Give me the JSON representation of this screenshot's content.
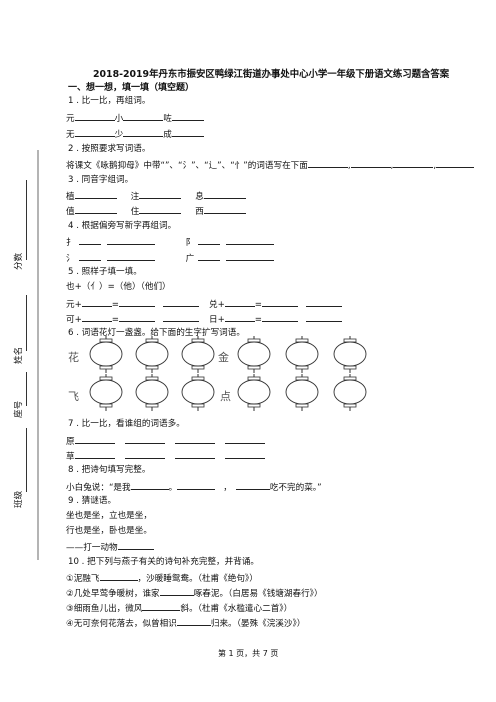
{
  "title": "2018-2019年丹东市振安区鸭绿江街道办事处中心小学一年级下册语文练习题含答案",
  "section1": "一、想一想，填一填（填空题）",
  "q1": {
    "head": "1 . 比一比，再组词。",
    "r1": [
      "元",
      "小",
      "咗"
    ],
    "r2": [
      "无",
      "少",
      "成"
    ]
  },
  "q2": {
    "head": "2 . 按照要求写词语。",
    "line": "将课文《咏鹅抑母》中带“”、“氵”、“辶”、“忄”的词语写在下面",
    "seps": [
      ",",
      ",",
      ","
    ]
  },
  "q3": {
    "head": "3 . 同音字组词。",
    "r1": [
      "植",
      "注",
      "息"
    ],
    "r2": [
      "值",
      "住",
      "西"
    ]
  },
  "q4": {
    "head": "4 . 根据偏旁写新字再组词。",
    "r1": [
      "扌",
      "阝"
    ],
    "r2": [
      "氵",
      "广"
    ]
  },
  "q5": {
    "head": "5 . 照样子填一填。",
    "example": "也+（亻）=（他）（他们）",
    "r1": [
      "元+",
      "=",
      "兑+",
      "="
    ],
    "r2": [
      "可+",
      "=",
      "日+",
      "="
    ]
  },
  "q6": {
    "head": "6 . 词语花灯一盏盏。给下面的生字扩写词语。",
    "chars": [
      "花",
      "金",
      "飞",
      "点"
    ]
  },
  "q7": {
    "head": "7 . 比一比，看谁组的词语多。",
    "r1": "原",
    "r2": "草"
  },
  "q8": {
    "head": "8 . 把诗句填写完整。",
    "line_a": "小白兔说：“是我",
    "line_b": "。",
    "line_c": "，",
    "line_d": "吃不完的菜。”"
  },
  "q9": {
    "head": "9 . 猜谜语。",
    "l1": "坐也是坐，立也是坐，",
    "l2": "行也是坐，卧也是坐。",
    "l3": "——打一动物"
  },
  "q10": {
    "head": "10 . 把下列与燕子有关的诗句补充完整，并背诵。",
    "l1a": "①泥融飞",
    "l1b": "，沙暖睡鸳鸯。（杜甫《绝句》）",
    "l2a": "②几处早莺争暖树，谁家",
    "l2b": "啄春泥。（白居易《钱塘湖春行》）",
    "l3a": "③细雨鱼儿出，微风",
    "l3b": "斜。（杜甫《水槛遣心二首》）",
    "l4a": "④无可奈何花落去，似曾相识",
    "l4b": "归来。（晏殊《浣溪沙》）"
  },
  "side": {
    "score": "分数",
    "name": "姓名",
    "seat": "座号",
    "class": "班级"
  },
  "footer": "第 1 页，共 7 页"
}
